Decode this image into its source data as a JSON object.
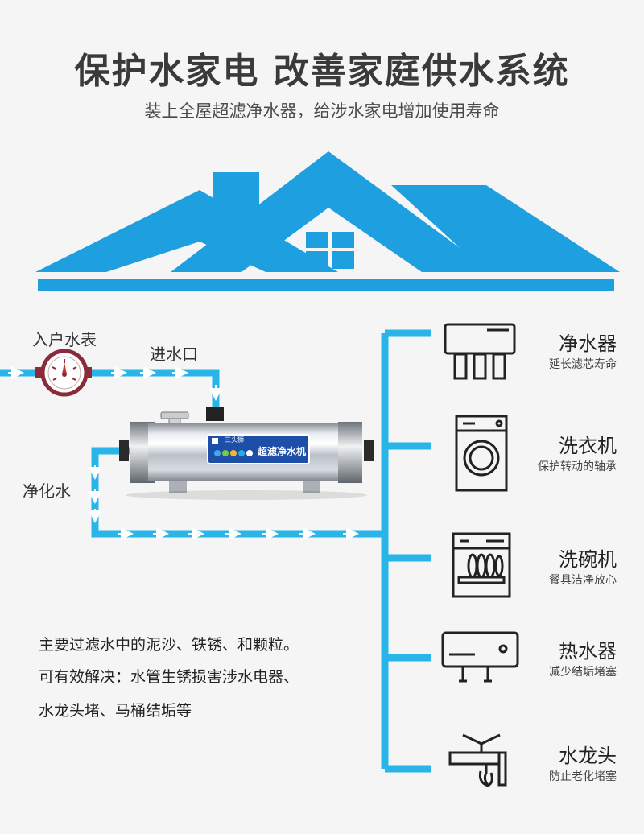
{
  "title": "保护水家电 改善家庭供水系统",
  "subtitle": "装上全屋超滤净水器，给涉水家电增加使用寿命",
  "labels": {
    "meter": "入户水表",
    "inlet": "进水口",
    "purified": "净化水"
  },
  "purifier": {
    "brand": "三头狮",
    "product": "超滤净水机"
  },
  "appliances": [
    {
      "name": "净水器",
      "desc": "延长滤芯寿命",
      "icon": "water-purifier-icon"
    },
    {
      "name": "洗衣机",
      "desc": "保护转动的轴承",
      "icon": "washing-machine-icon"
    },
    {
      "name": "洗碗机",
      "desc": "餐具洁净放心",
      "icon": "dishwasher-icon"
    },
    {
      "name": "热水器",
      "desc": "减少结垢堵塞",
      "icon": "water-heater-icon"
    },
    {
      "name": "水龙头",
      "desc": "防止老化堵塞",
      "icon": "faucet-icon"
    }
  ],
  "notes": [
    "主要过滤水中的泥沙、铁锈、和颗粒。",
    "可有效解决：水管生锈损害涉水电器、",
    "水龙头堵、马桶结垢等"
  ],
  "colors": {
    "roof": "#1ea0e0",
    "pipe": "#29b5e8",
    "text": "#333333"
  }
}
